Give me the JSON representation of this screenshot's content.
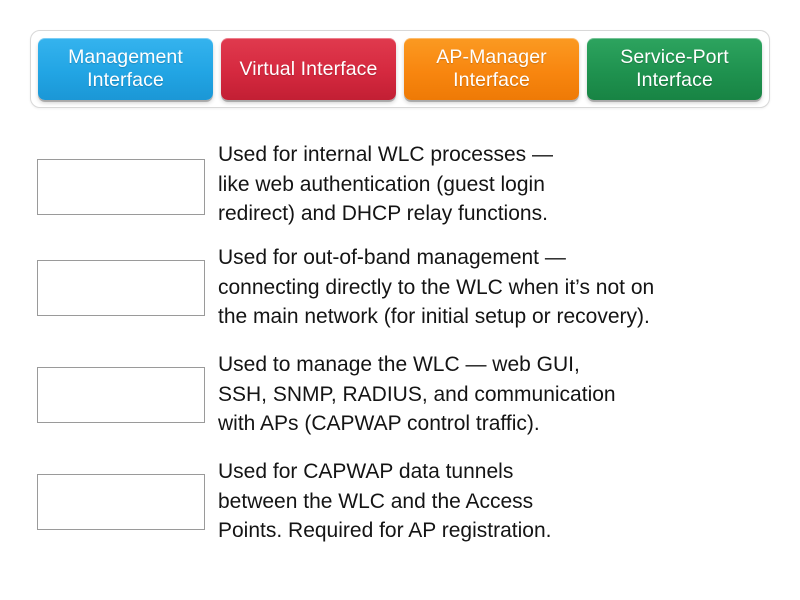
{
  "tray": {
    "tiles": [
      {
        "label": "Management\nInterface",
        "color": "#22a5e4",
        "name": "tile-management-interface"
      },
      {
        "label": "Virtual\nInterface",
        "color": "#d5293f",
        "name": "tile-virtual-interface"
      },
      {
        "label": "AP-Manager\nInterface",
        "color": "#f8860f",
        "name": "tile-ap-manager-interface"
      },
      {
        "label": "Service-Port\nInterface",
        "color": "#1f924f",
        "name": "tile-service-port-interface"
      }
    ]
  },
  "rows": [
    {
      "dropzone_value": "",
      "description": "Used for internal WLC processes —\nlike web authentication (guest login\nredirect) and DHCP relay functions."
    },
    {
      "dropzone_value": "",
      "description": "Used for out-of-band management —\nconnecting directly to the WLC when it’s not on\nthe main network (for initial setup or recovery)."
    },
    {
      "dropzone_value": "",
      "description": "Used to manage the WLC — web GUI,\nSSH, SNMP, RADIUS, and communication\nwith APs (CAPWAP control traffic)."
    },
    {
      "dropzone_value": "",
      "description": "Used for CAPWAP data tunnels\nbetween the WLC and the Access\nPoints. Required for AP registration."
    }
  ]
}
